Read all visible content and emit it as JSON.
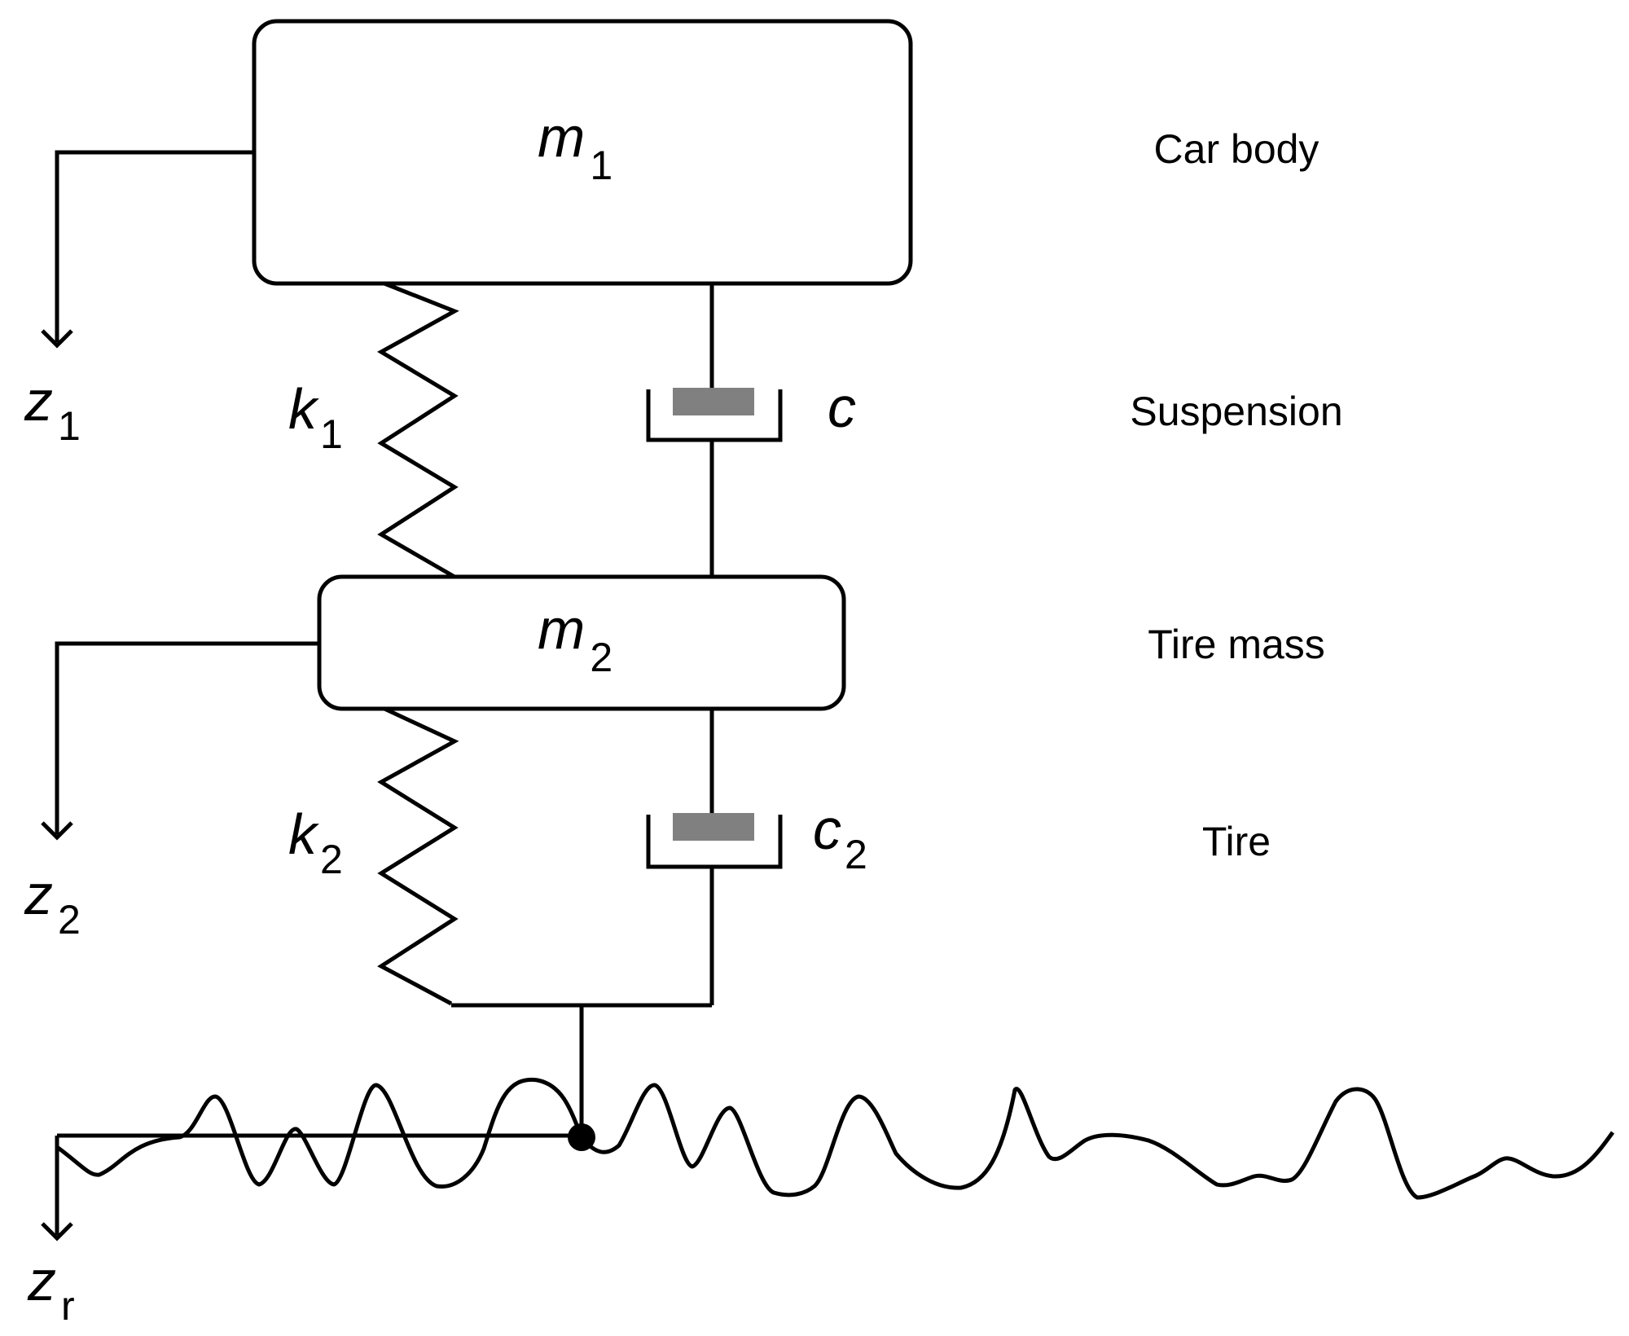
{
  "labels": {
    "m1": {
      "symbol": "m",
      "subscript": "1"
    },
    "m2": {
      "symbol": "m",
      "subscript": "2"
    },
    "k1": {
      "symbol": "k",
      "subscript": "1"
    },
    "k2": {
      "symbol": "k",
      "subscript": "2"
    },
    "c": {
      "symbol": "c"
    },
    "c2": {
      "symbol": "c",
      "subscript": "2"
    },
    "z1": {
      "symbol": "z",
      "subscript": "1"
    },
    "z2": {
      "symbol": "z",
      "subscript": "2"
    },
    "zr": {
      "symbol": "z",
      "subscript": "r"
    }
  },
  "side_labels": {
    "car_body": "Car body",
    "suspension": "Suspension",
    "tire_mass": "Tire mass",
    "tire": "Tire"
  },
  "colors": {
    "line": "#000000",
    "piston": "#808080",
    "background": "#ffffff"
  }
}
